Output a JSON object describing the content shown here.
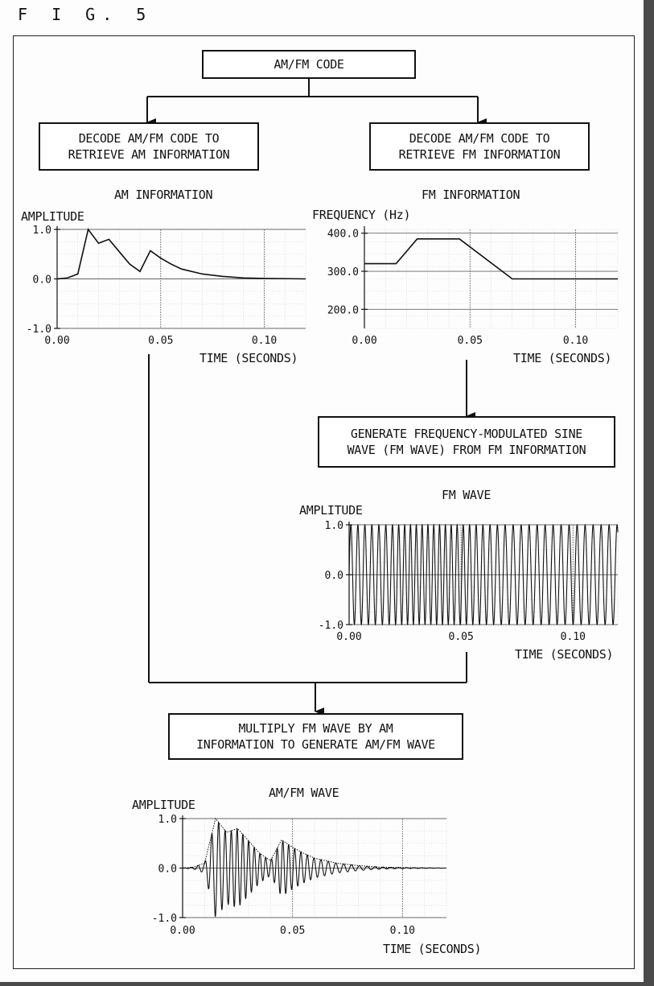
{
  "figure_label": "F I G. 5",
  "boxes": {
    "am_fm_code": "AM/FM CODE",
    "decode_am": "DECODE AM/FM CODE TO\nRETRIEVE AM INFORMATION",
    "decode_fm": "DECODE AM/FM CODE TO\nRETRIEVE FM INFORMATION",
    "generate_fm": "GENERATE FREQUENCY-MODULATED SINE\nWAVE (FM WAVE) FROM FM INFORMATION",
    "multiply": "MULTIPLY FM WAVE BY AM\nINFORMATION TO GENERATE AM/FM WAVE"
  },
  "chart_data": [
    {
      "id": "am",
      "type": "line",
      "title": "AM INFORMATION",
      "ylabel": "AMPLITUDE",
      "xlabel": "TIME (SECONDS)",
      "xlim": [
        0,
        0.12
      ],
      "ylim": [
        -1.0,
        1.0
      ],
      "x_ticks": [
        "0.00",
        "0.05",
        "0.10"
      ],
      "y_ticks": [
        "1.0",
        "0.0",
        "-1.0"
      ],
      "grid": true,
      "series": [
        {
          "x": [
            0.0,
            0.005,
            0.01,
            0.015,
            0.02,
            0.025,
            0.03,
            0.035,
            0.04,
            0.045,
            0.05,
            0.055,
            0.06,
            0.07,
            0.08,
            0.09,
            0.1,
            0.12
          ],
          "y": [
            0.0,
            0.02,
            0.1,
            1.0,
            0.72,
            0.8,
            0.55,
            0.3,
            0.15,
            0.57,
            0.42,
            0.3,
            0.2,
            0.1,
            0.05,
            0.02,
            0.01,
            0.0
          ]
        }
      ]
    },
    {
      "id": "fm",
      "type": "line",
      "title": "FM INFORMATION",
      "ylabel": "FREQUENCY (Hz)",
      "xlabel": "TIME (SECONDS)",
      "xlim": [
        0,
        0.12
      ],
      "ylim": [
        150,
        410
      ],
      "x_ticks": [
        "0.00",
        "0.05",
        "0.10"
      ],
      "y_ticks": [
        "400.0",
        "300.0",
        "200.0"
      ],
      "grid": true,
      "series": [
        {
          "x": [
            0.0,
            0.015,
            0.025,
            0.045,
            0.07,
            0.12
          ],
          "y": [
            320,
            320,
            385,
            385,
            280,
            280
          ]
        }
      ]
    },
    {
      "id": "fmwave",
      "type": "line",
      "title": "FM WAVE",
      "ylabel": "AMPLITUDE",
      "xlabel": "TIME (SECONDS)",
      "xlim": [
        0,
        0.12
      ],
      "ylim": [
        -1.0,
        1.0
      ],
      "x_ticks": [
        "0.00",
        "0.05",
        "0.10"
      ],
      "y_ticks": [
        "1.0",
        "0.0",
        "-1.0"
      ],
      "grid": true
    },
    {
      "id": "amfm",
      "type": "line",
      "title": "AM/FM WAVE",
      "ylabel": "AMPLITUDE",
      "xlabel": "TIME (SECONDS)",
      "xlim": [
        0,
        0.12
      ],
      "ylim": [
        -1.0,
        1.0
      ],
      "x_ticks": [
        "0.00",
        "0.05",
        "0.10"
      ],
      "y_ticks": [
        "1.0",
        "0.0",
        "-1.0"
      ],
      "grid": true
    }
  ]
}
